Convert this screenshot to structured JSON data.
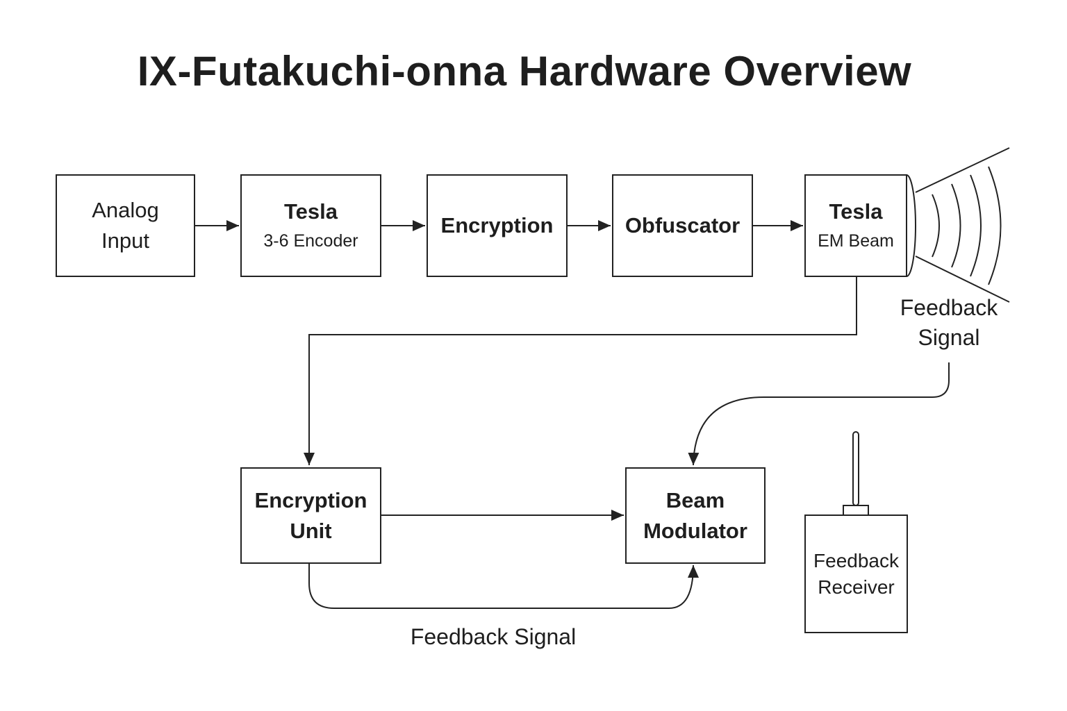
{
  "title": "IX-Futakuchi-onna Hardware Overview",
  "blocks": {
    "analog_input": {
      "line1": "Analog",
      "line2": "Input"
    },
    "tesla_encoder": {
      "line1": "Tesla",
      "line2": "3-6 Encoder"
    },
    "encryption": {
      "line1": "Encryption"
    },
    "obfuscator": {
      "line1": "Obfuscator"
    },
    "tesla_em_beam": {
      "line1": "Tesla",
      "line2": "EM Beam"
    },
    "encryption_unit": {
      "line1": "Encryption",
      "line2": "Unit"
    },
    "beam_modulator": {
      "line1": "Beam",
      "line2": "Modulator"
    },
    "feedback_receiver": {
      "line1": "Feedback",
      "line2": "Receiver"
    }
  },
  "labels": {
    "feedback_signal_upper_line1": "Feedback",
    "feedback_signal_upper_line2": "Signal",
    "feedback_signal_lower": "Feedback Signal"
  },
  "colors": {
    "stroke": "#222222",
    "text": "#1e1e1e",
    "background": "#ffffff"
  }
}
